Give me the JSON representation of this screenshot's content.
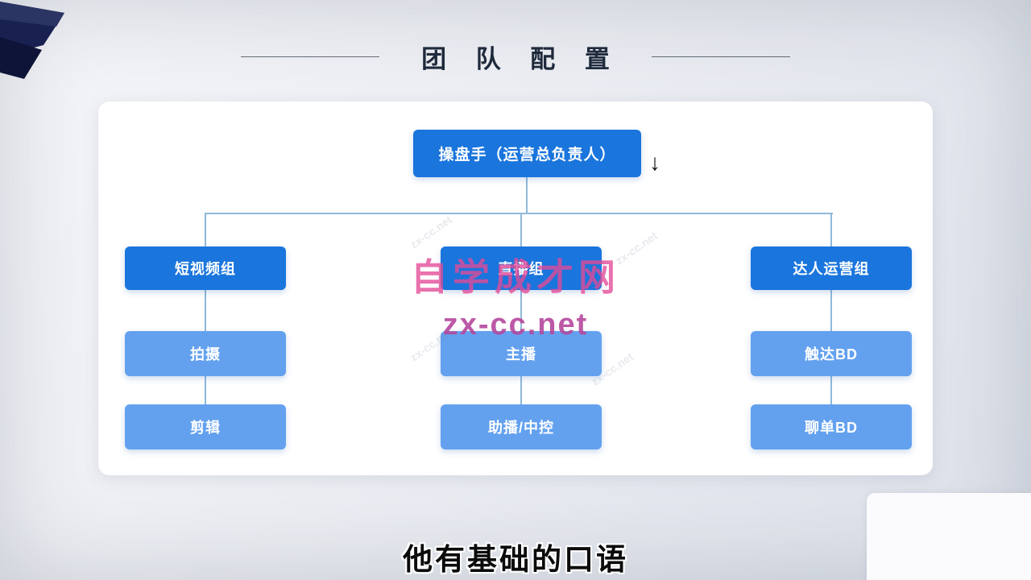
{
  "title": "团 队 配 置",
  "org_chart": {
    "root": "操盘手（运营总负责人）",
    "groups": [
      {
        "name": "短视频组",
        "children": [
          "拍摄",
          "剪辑"
        ]
      },
      {
        "name": "直播组",
        "children": [
          "主播",
          "助播/中控"
        ]
      },
      {
        "name": "达人运营组",
        "children": [
          "触达BD",
          "聊单BD"
        ]
      }
    ]
  },
  "icons": {
    "down_arrow": "↓"
  },
  "watermark": {
    "title": "自学成才网",
    "site": "zx-cc.net"
  },
  "subtitle": "他有基础的口语",
  "colors": {
    "node-primary": "#1a75dd",
    "node-secondary": "#63a1ef",
    "connector": "#8fb9da",
    "watermark-pink": "#e44a97",
    "title-text": "#1f2a3c"
  }
}
